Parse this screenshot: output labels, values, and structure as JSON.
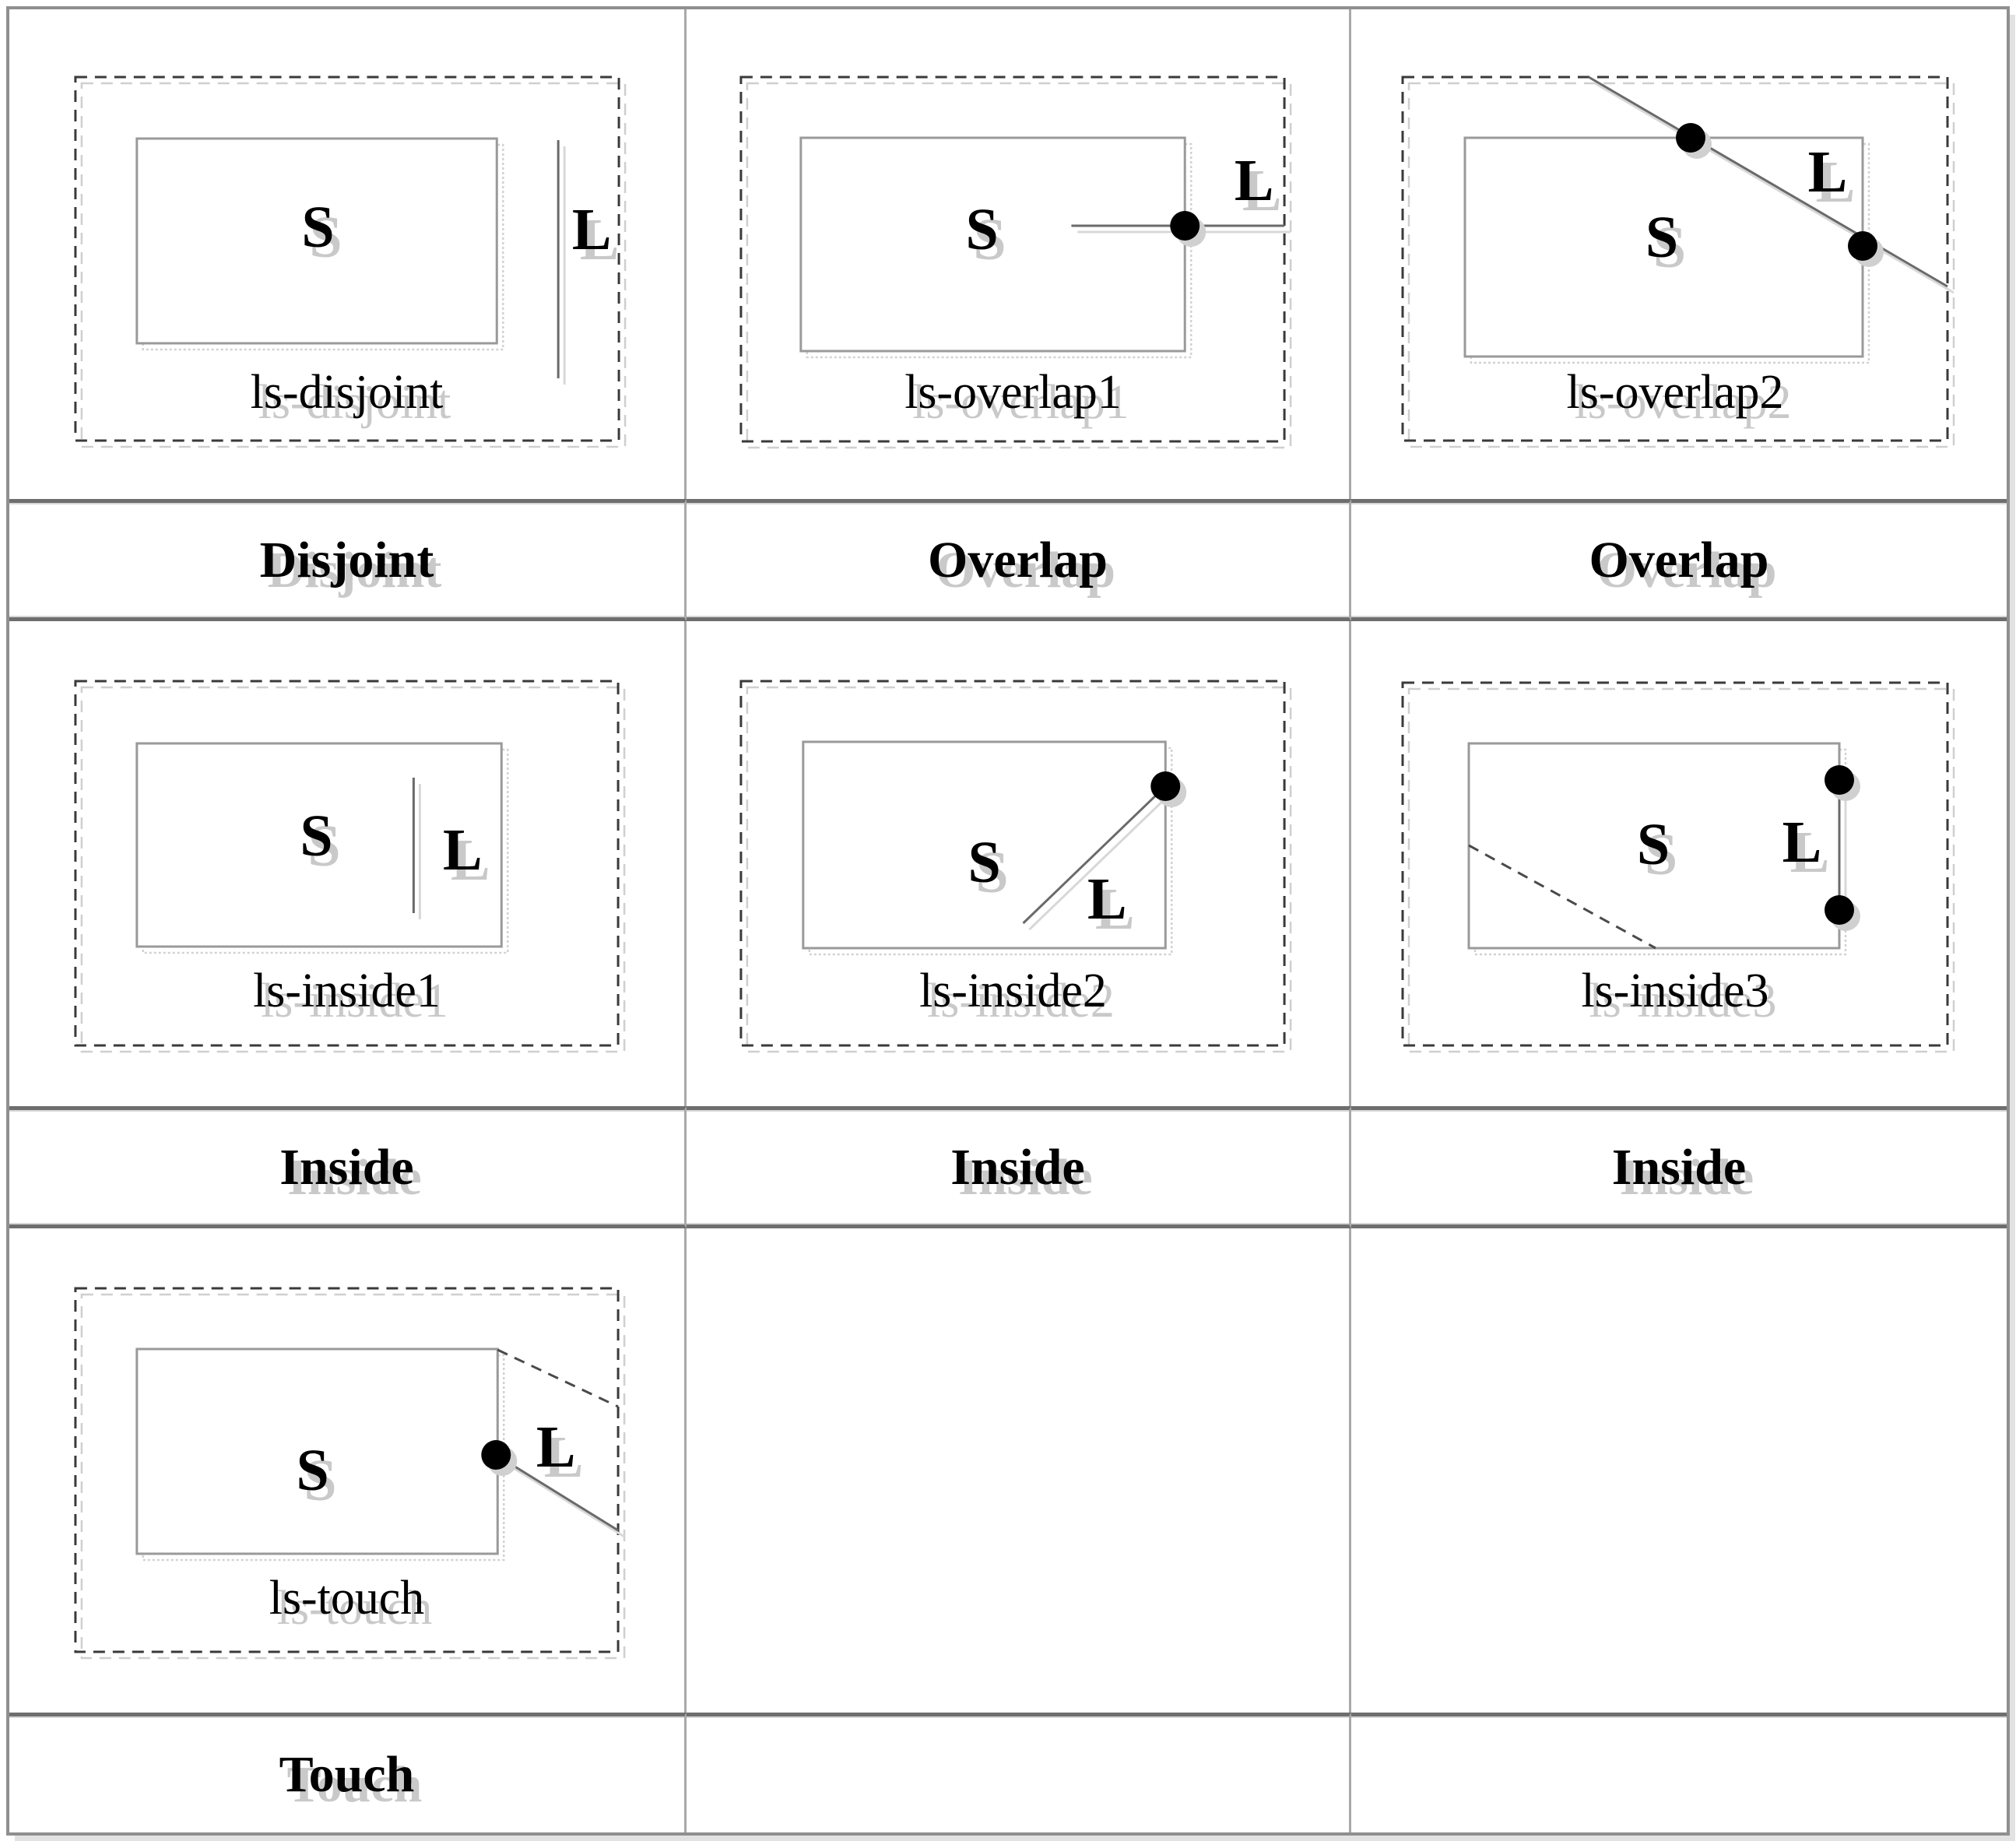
{
  "figure": {
    "cells": [
      {
        "caption": "ls-disjoint",
        "s": "S",
        "l": "L"
      },
      {
        "caption": "ls-overlap1",
        "s": "S",
        "l": "L"
      },
      {
        "caption": "ls-overlap2",
        "s": "S",
        "l": "L"
      },
      {
        "caption": "ls-inside1",
        "s": "S",
        "l": "L"
      },
      {
        "caption": "ls-inside2",
        "s": "S",
        "l": "L"
      },
      {
        "caption": "ls-inside3",
        "s": "S",
        "l": "L"
      },
      {
        "caption": "ls-touch",
        "s": "S",
        "l": "L"
      }
    ],
    "categories": [
      "Disjoint",
      "Overlap",
      "Overlap",
      "Inside",
      "Inside",
      "Inside",
      "Touch"
    ],
    "colors": {
      "table_border": "#8f8f8f",
      "column_divider": "#a9a9a9",
      "row_separator": "#6e6e6e",
      "dashed_boundary": "#3a3a3a",
      "region_stroke": "#9a9a9a",
      "line_stroke": "#6a6a6a",
      "dot_fill": "#000000",
      "shadow_gray": "#c9c9c9"
    }
  }
}
